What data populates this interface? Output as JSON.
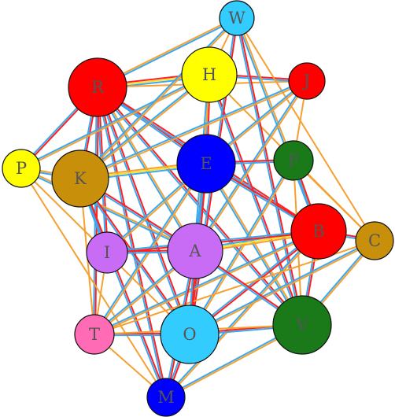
{
  "diagram": {
    "type": "network-graph",
    "palette": {
      "red": "#ff0000",
      "yellow": "#ffff00",
      "blue": "#0000ff",
      "green": "#1a7a1a",
      "gold": "#c8900a",
      "violet": "#c86cf5",
      "cyan": "#33ccff",
      "pink": "#ff6cb5",
      "edge_orange": "#f5a030",
      "edge_blue": "#39a8f0",
      "edge_red": "#ff2020",
      "edge_yellow": "#ffe020"
    },
    "nodes": [
      {
        "id": "W",
        "label": "W",
        "color": "cyan"
      },
      {
        "id": "H",
        "label": "H",
        "color": "yellow"
      },
      {
        "id": "J",
        "label": "J",
        "color": "red"
      },
      {
        "id": "R",
        "label": "R",
        "color": "red"
      },
      {
        "id": "P",
        "label": "P",
        "color": "yellow"
      },
      {
        "id": "K",
        "label": "K",
        "color": "gold"
      },
      {
        "id": "E",
        "label": "E",
        "color": "blue"
      },
      {
        "id": "F",
        "label": "F",
        "color": "green"
      },
      {
        "id": "B",
        "label": "B",
        "color": "red"
      },
      {
        "id": "C",
        "label": "C",
        "color": "gold"
      },
      {
        "id": "I",
        "label": "I",
        "color": "violet"
      },
      {
        "id": "A",
        "label": "A",
        "color": "violet"
      },
      {
        "id": "T",
        "label": "T",
        "color": "pink"
      },
      {
        "id": "O",
        "label": "O",
        "color": "cyan"
      },
      {
        "id": "V",
        "label": "V",
        "color": "green"
      },
      {
        "id": "M",
        "label": "M",
        "color": "blue"
      }
    ],
    "edges": [
      {
        "from": "R",
        "to": "W",
        "colors": [
          "edge_orange",
          "edge_blue"
        ]
      },
      {
        "from": "R",
        "to": "H",
        "colors": [
          "edge_red",
          "edge_yellow",
          "edge_blue"
        ]
      },
      {
        "from": "R",
        "to": "J",
        "colors": [
          "edge_orange"
        ]
      },
      {
        "from": "R",
        "to": "P",
        "colors": [
          "edge_red",
          "edge_blue"
        ]
      },
      {
        "from": "R",
        "to": "K",
        "colors": [
          "edge_red",
          "edge_blue"
        ]
      },
      {
        "from": "R",
        "to": "E",
        "colors": [
          "edge_red",
          "edge_blue"
        ]
      },
      {
        "from": "R",
        "to": "B",
        "colors": [
          "edge_red",
          "edge_blue"
        ]
      },
      {
        "from": "R",
        "to": "A",
        "colors": [
          "edge_orange",
          "edge_blue"
        ]
      },
      {
        "from": "R",
        "to": "I",
        "colors": [
          "edge_red",
          "edge_blue"
        ]
      },
      {
        "from": "R",
        "to": "O",
        "colors": [
          "edge_red",
          "edge_blue"
        ]
      },
      {
        "from": "R",
        "to": "M",
        "colors": [
          "edge_red",
          "edge_blue"
        ]
      },
      {
        "from": "R",
        "to": "V",
        "colors": [
          "edge_red",
          "edge_blue"
        ]
      },
      {
        "from": "R",
        "to": "T",
        "colors": [
          "edge_red",
          "edge_blue"
        ]
      },
      {
        "from": "H",
        "to": "W",
        "colors": [
          "edge_orange"
        ]
      },
      {
        "from": "H",
        "to": "J",
        "colors": [
          "edge_red",
          "edge_blue"
        ]
      },
      {
        "from": "H",
        "to": "K",
        "colors": [
          "edge_orange",
          "edge_blue"
        ]
      },
      {
        "from": "H",
        "to": "P",
        "colors": [
          "edge_orange",
          "edge_blue"
        ]
      },
      {
        "from": "H",
        "to": "E",
        "colors": [
          "edge_red",
          "edge_blue"
        ]
      },
      {
        "from": "H",
        "to": "V",
        "colors": [
          "edge_red",
          "edge_blue"
        ]
      },
      {
        "from": "H",
        "to": "C",
        "colors": [
          "edge_orange"
        ]
      },
      {
        "from": "H",
        "to": "A",
        "colors": [
          "edge_orange",
          "edge_blue"
        ]
      },
      {
        "from": "W",
        "to": "K",
        "colors": [
          "edge_orange",
          "edge_blue"
        ]
      },
      {
        "from": "W",
        "to": "V",
        "colors": [
          "edge_red",
          "edge_blue"
        ]
      },
      {
        "from": "W",
        "to": "B",
        "colors": [
          "edge_orange",
          "edge_blue"
        ]
      },
      {
        "from": "W",
        "to": "C",
        "colors": [
          "edge_orange"
        ]
      },
      {
        "from": "W",
        "to": "O",
        "colors": [
          "edge_red",
          "edge_blue"
        ]
      },
      {
        "from": "J",
        "to": "F",
        "colors": [
          "edge_orange"
        ]
      },
      {
        "from": "J",
        "to": "E",
        "colors": [
          "edge_orange",
          "edge_blue"
        ]
      },
      {
        "from": "J",
        "to": "K",
        "colors": [
          "edge_orange",
          "edge_blue"
        ]
      },
      {
        "from": "J",
        "to": "A",
        "colors": [
          "edge_orange",
          "edge_blue"
        ]
      },
      {
        "from": "P",
        "to": "K",
        "colors": [
          "edge_orange",
          "edge_blue"
        ]
      },
      {
        "from": "P",
        "to": "O",
        "colors": [
          "edge_orange"
        ]
      },
      {
        "from": "P",
        "to": "M",
        "colors": [
          "edge_orange"
        ]
      },
      {
        "from": "P",
        "to": "A",
        "colors": [
          "edge_orange",
          "edge_blue"
        ]
      },
      {
        "from": "K",
        "to": "E",
        "colors": [
          "edge_orange",
          "edge_yellow",
          "edge_blue"
        ]
      },
      {
        "from": "K",
        "to": "A",
        "colors": [
          "edge_red",
          "edge_blue"
        ]
      },
      {
        "from": "K",
        "to": "I",
        "colors": [
          "edge_red",
          "edge_blue"
        ]
      },
      {
        "from": "K",
        "to": "O",
        "colors": [
          "edge_red",
          "edge_blue"
        ]
      },
      {
        "from": "K",
        "to": "M",
        "colors": [
          "edge_red",
          "edge_blue"
        ]
      },
      {
        "from": "K",
        "to": "T",
        "colors": [
          "edge_orange"
        ]
      },
      {
        "from": "E",
        "to": "F",
        "colors": [
          "edge_red",
          "edge_blue"
        ]
      },
      {
        "from": "E",
        "to": "B",
        "colors": [
          "edge_red",
          "edge_blue"
        ]
      },
      {
        "from": "E",
        "to": "A",
        "colors": [
          "edge_red",
          "edge_blue"
        ]
      },
      {
        "from": "E",
        "to": "I",
        "colors": [
          "edge_orange",
          "edge_blue"
        ]
      },
      {
        "from": "E",
        "to": "O",
        "colors": [
          "edge_red",
          "edge_blue"
        ]
      },
      {
        "from": "E",
        "to": "T",
        "colors": [
          "edge_orange",
          "edge_blue"
        ]
      },
      {
        "from": "E",
        "to": "V",
        "colors": [
          "edge_orange",
          "edge_blue"
        ]
      },
      {
        "from": "F",
        "to": "C",
        "colors": [
          "edge_orange"
        ]
      },
      {
        "from": "F",
        "to": "B",
        "colors": [
          "edge_red",
          "edge_blue"
        ]
      },
      {
        "from": "F",
        "to": "O",
        "colors": [
          "edge_orange",
          "edge_blue"
        ]
      },
      {
        "from": "F",
        "to": "V",
        "colors": [
          "edge_orange"
        ]
      },
      {
        "from": "B",
        "to": "C",
        "colors": [
          "edge_red",
          "edge_blue"
        ]
      },
      {
        "from": "B",
        "to": "A",
        "colors": [
          "edge_orange",
          "edge_yellow",
          "edge_blue"
        ]
      },
      {
        "from": "B",
        "to": "I",
        "colors": [
          "edge_red",
          "edge_blue"
        ]
      },
      {
        "from": "B",
        "to": "O",
        "colors": [
          "edge_red",
          "edge_blue"
        ]
      },
      {
        "from": "B",
        "to": "V",
        "colors": [
          "edge_red",
          "edge_blue"
        ]
      },
      {
        "from": "B",
        "to": "T",
        "colors": [
          "edge_orange",
          "edge_blue"
        ]
      },
      {
        "from": "B",
        "to": "M",
        "colors": [
          "edge_orange",
          "edge_blue"
        ]
      },
      {
        "from": "C",
        "to": "V",
        "colors": [
          "edge_orange",
          "edge_blue"
        ]
      },
      {
        "from": "C",
        "to": "O",
        "colors": [
          "edge_orange",
          "edge_blue"
        ]
      },
      {
        "from": "C",
        "to": "T",
        "colors": [
          "edge_orange"
        ]
      },
      {
        "from": "I",
        "to": "A",
        "colors": [
          "edge_red",
          "edge_blue"
        ]
      },
      {
        "from": "I",
        "to": "T",
        "colors": [
          "edge_orange"
        ]
      },
      {
        "from": "A",
        "to": "O",
        "colors": [
          "edge_red",
          "edge_blue"
        ]
      },
      {
        "from": "A",
        "to": "V",
        "colors": [
          "edge_red",
          "edge_blue"
        ]
      },
      {
        "from": "A",
        "to": "T",
        "colors": [
          "edge_orange",
          "edge_blue"
        ]
      },
      {
        "from": "A",
        "to": "M",
        "colors": [
          "edge_red",
          "edge_blue"
        ]
      },
      {
        "from": "T",
        "to": "O",
        "colors": [
          "edge_red",
          "edge_blue"
        ]
      },
      {
        "from": "T",
        "to": "M",
        "colors": [
          "edge_orange"
        ]
      },
      {
        "from": "O",
        "to": "V",
        "colors": [
          "edge_red",
          "edge_blue"
        ]
      },
      {
        "from": "O",
        "to": "M",
        "colors": [
          "edge_red",
          "edge_blue"
        ]
      },
      {
        "from": "V",
        "to": "M",
        "colors": [
          "edge_orange",
          "edge_blue"
        ]
      },
      {
        "from": "V",
        "to": "T",
        "colors": [
          "edge_orange"
        ]
      }
    ]
  }
}
